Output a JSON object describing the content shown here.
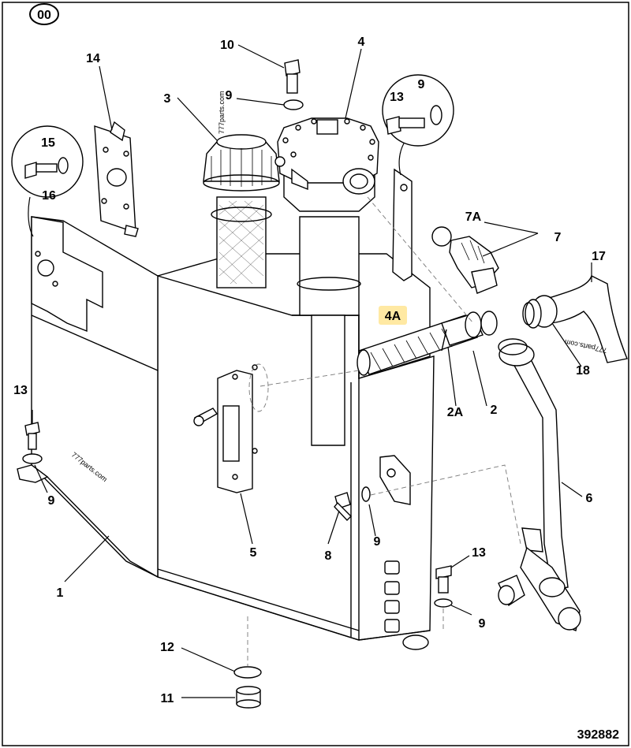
{
  "page_badge": "00",
  "figure_number": "392882",
  "highlight_color": "#ffe9a3",
  "watermark": "777parts.com",
  "callouts": {
    "c1": "1",
    "c2": "2",
    "c2a": "2A",
    "c3": "3",
    "c4": "4",
    "c4a": "4A",
    "c5": "5",
    "c6": "6",
    "c7": "7",
    "c7a": "7A",
    "c8": "8",
    "c9_top": "9",
    "c9_inset": "9",
    "c9_left": "9",
    "c9_mid": "9",
    "c9_right": "9",
    "c10": "10",
    "c11": "11",
    "c12": "12",
    "c13_inset": "13",
    "c13_left": "13",
    "c13_right": "13",
    "c14": "14",
    "c15": "15",
    "c16": "16",
    "c17": "17",
    "c18": "18"
  }
}
